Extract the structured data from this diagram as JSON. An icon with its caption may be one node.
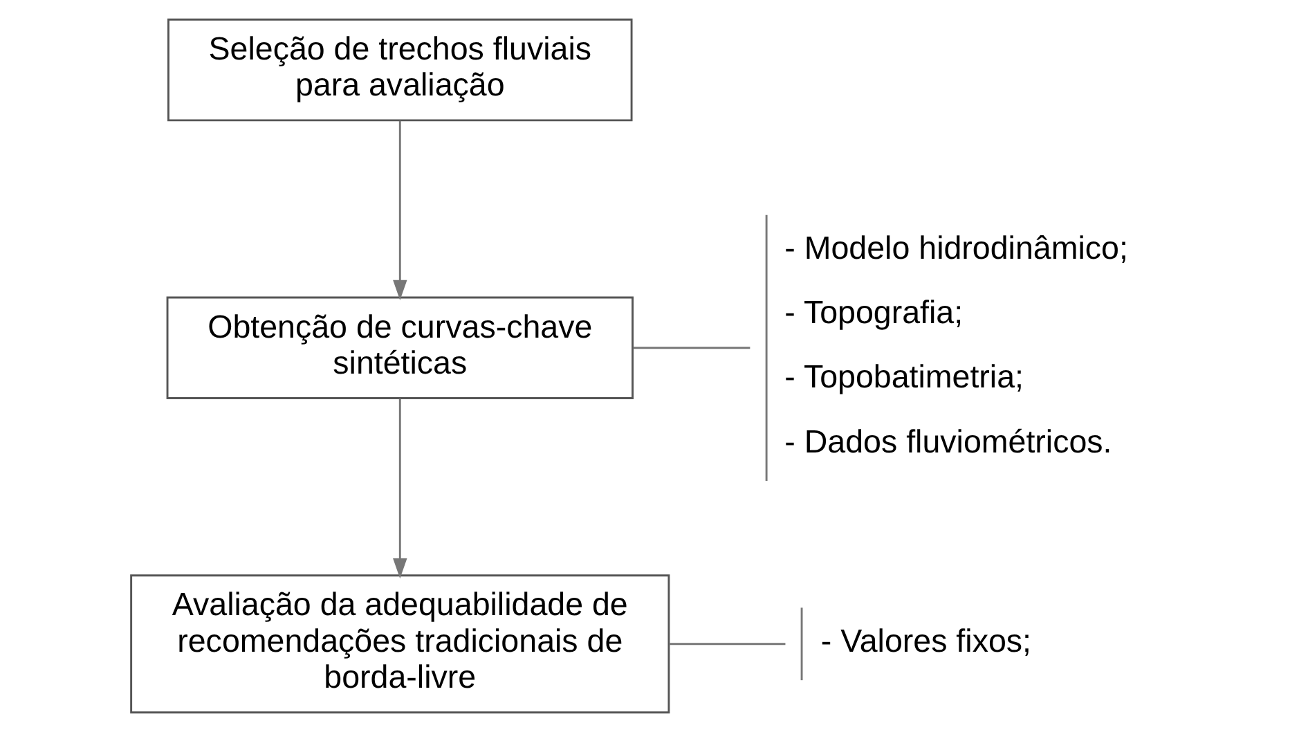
{
  "diagram": {
    "nodes": [
      {
        "text": [
          "Seleção de trechos fluviais para avaliação"
        ]
      },
      {
        "text": [
          "Obtenção de curvas-chave sintéticas"
        ]
      },
      {
        "text": [
          "Avaliação da adequabilidade de recomendações tradicionais de borda-livre"
        ]
      },
      {
        "text": [
          "- Modelo hidrodinâmico;",
          "- Topografia;",
          "- Topobatimetria;",
          "- Dados fluviométricos."
        ]
      },
      {
        "text": [
          "- Valores fixos;"
        ]
      }
    ],
    "edges": [
      {
        "from": 0,
        "to": 1,
        "arrow": "to"
      },
      {
        "from": 1,
        "to": 2,
        "arrow": "to"
      },
      {
        "from": 1,
        "to": 3,
        "arrow": "none"
      },
      {
        "from": 2,
        "to": 4,
        "arrow": "none"
      }
    ]
  }
}
